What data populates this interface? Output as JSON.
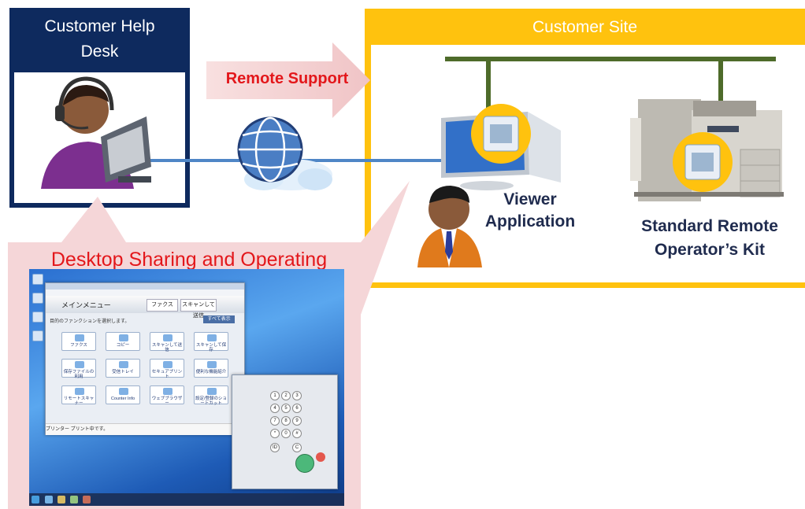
{
  "help_desk": {
    "title_line1": "Customer Help",
    "title_line2": "Desk"
  },
  "customer_site": {
    "title": "Customer Site"
  },
  "remote_support": {
    "label": "Remote Support"
  },
  "callout": {
    "title": "Desktop Sharing and Operating"
  },
  "viewer": {
    "line1": "Viewer",
    "line2": "Application"
  },
  "kit": {
    "line1": "Standard Remote",
    "line2": "Operator’s Kit"
  },
  "screenshot": {
    "menu_title": "メインメニュー",
    "fax_top": "ファクス",
    "scan_top": "スキャンして送信",
    "subtitle": "目的のファンクションを選択します。",
    "show_all": "すべて表示",
    "tiles": [
      "ファクス",
      "コピー",
      "スキャンして送信",
      "スキャンして保存",
      "保存ファイルの利用",
      "受信トレイ",
      "セキュアプリント",
      "便利な機能紹介",
      "リモートスキャナー",
      "Counter Info",
      "ウェブブラウザー",
      "設定/登録のショートカット"
    ],
    "status": "プリンター        プリント中です。",
    "keys": [
      "1",
      "2",
      "3",
      "4",
      "5",
      "6",
      "7",
      "8",
      "9",
      "*",
      "0",
      "#",
      "ID",
      "C"
    ]
  },
  "colors": {
    "navy": "#0e2a5e",
    "gold": "#ffc20e",
    "red": "#e3171b",
    "pink": "#f5d6d8",
    "line": "#4f86c6",
    "network": "#4e6b2a"
  }
}
